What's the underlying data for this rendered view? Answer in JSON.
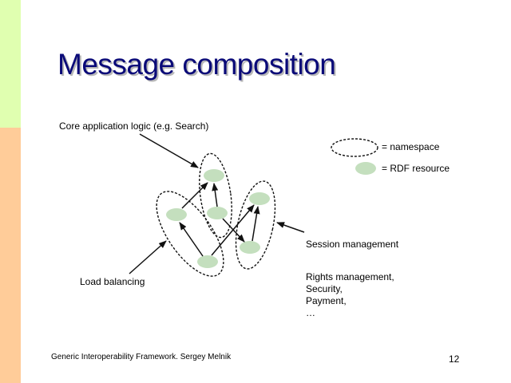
{
  "slide": {
    "title": "Message composition",
    "labels": {
      "core": "Core application logic (e.g. Search)",
      "session": "Session management",
      "load": "Load balancing",
      "rights": [
        "Rights management,",
        "Security,",
        "Payment,",
        "…"
      ]
    },
    "legend": {
      "namespace": "= namespace",
      "resource": "= RDF resource"
    },
    "footer": {
      "text": "Generic Interoperability Framework. Sergey Melnik",
      "page": "12"
    },
    "colors": {
      "title": "#0a0a78",
      "node": "#c4dfbe",
      "bar_top": "#e0ffb0",
      "bar_bottom": "#ffcc99"
    }
  }
}
